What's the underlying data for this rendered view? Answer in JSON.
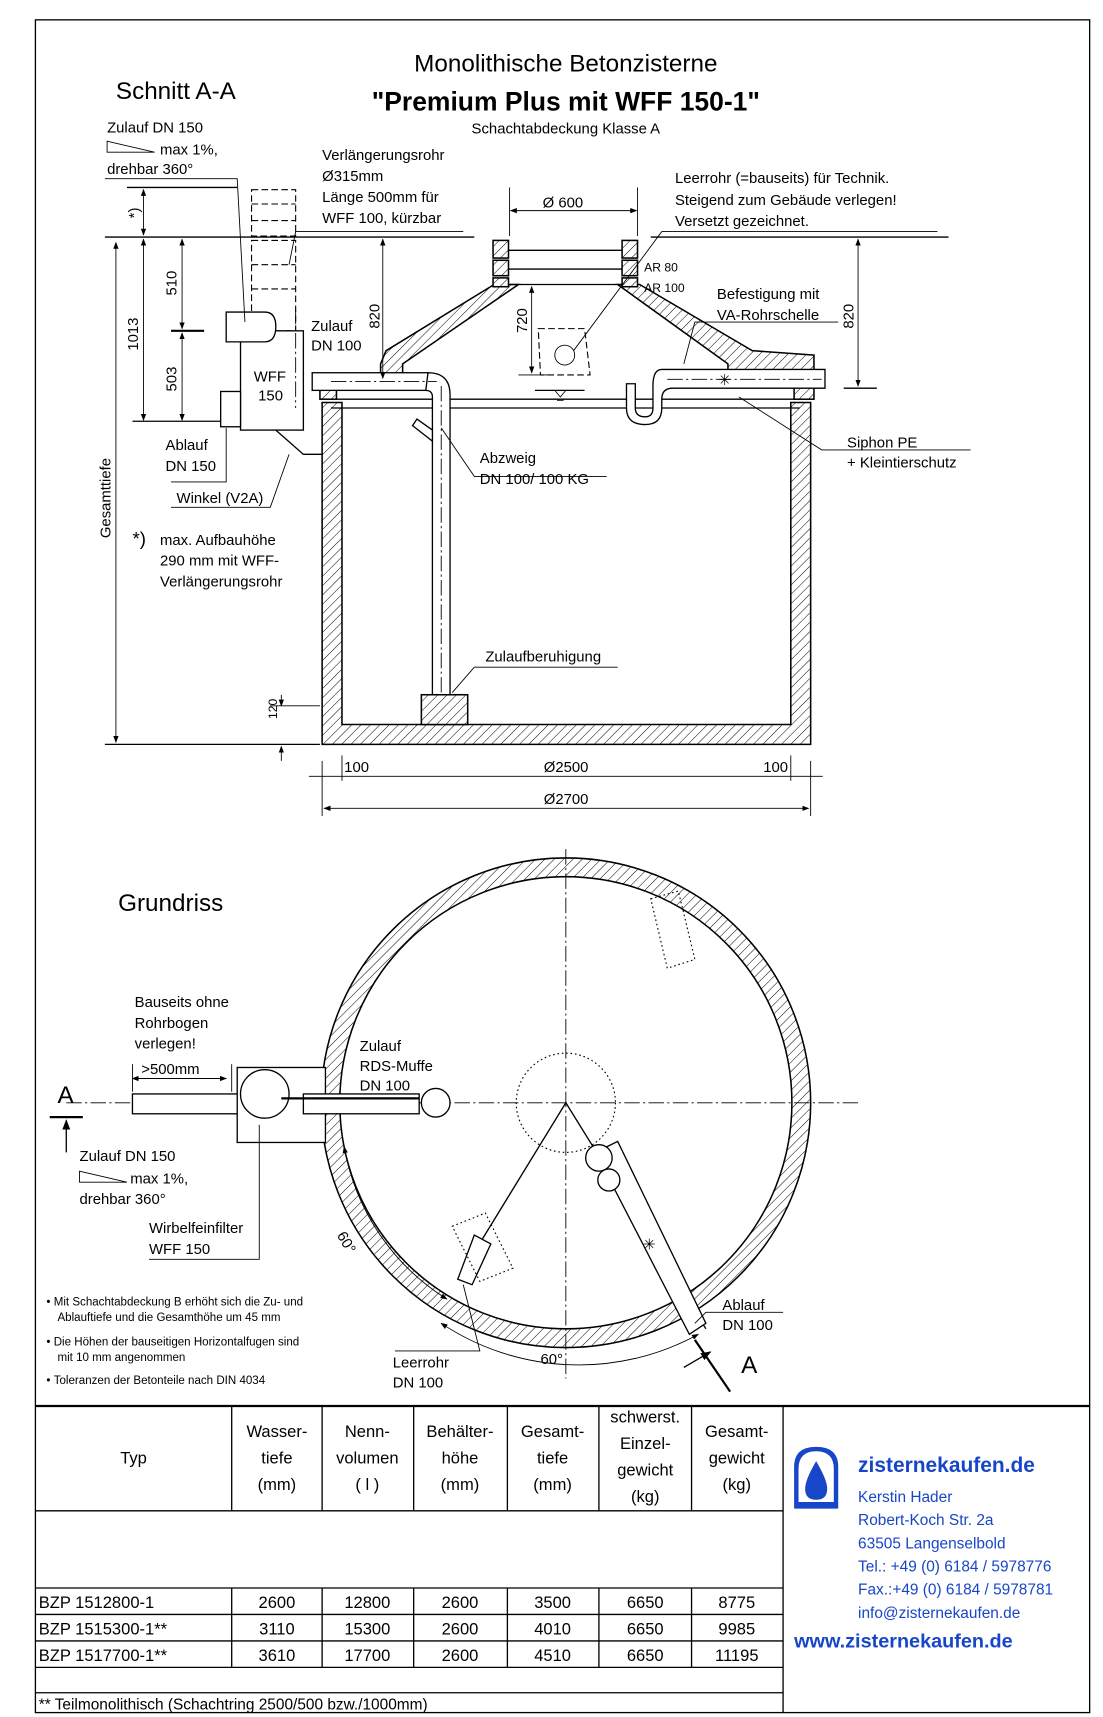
{
  "title": {
    "line1": "Monolithische Betonzisterne",
    "line2": "\"Premium Plus mit WFF 150-1\"",
    "line3": "Schachtabdeckung Klasse A"
  },
  "section": {
    "heading": "Schnitt A-A",
    "zulauf150": [
      "Zulauf DN 150",
      "max 1%,",
      "drehbar 360°"
    ],
    "verlaengerung": [
      "Verlängerungsrohr",
      "Ø315mm",
      "Länge 500mm für",
      "WFF 100, kürzbar"
    ],
    "leerrohr": [
      "Leerrohr (=bauseits) für Technik.",
      "Steigend zum Gebäude verlegen!",
      "Versetzt gezeichnet."
    ],
    "ar80": "AR 80",
    "ar100": "AR 100",
    "befestigung": [
      "Befestigung mit",
      "VA-Rohrschelle"
    ],
    "zulauf100": [
      "Zulauf",
      "DN 100"
    ],
    "wff": [
      "WFF",
      "150"
    ],
    "ablauf150": [
      "Ablauf",
      "DN 150"
    ],
    "winkel": "Winkel (V2A)",
    "siphon": [
      "Siphon PE",
      "+ Kleintierschutz"
    ],
    "abzweig": [
      "Abzweig",
      "DN 100/ 100 KG"
    ],
    "zulaufberuhigung": "Zulaufberuhigung",
    "footnote_mark": "*)",
    "footnote": [
      "max. Aufbauhöhe",
      "290 mm mit WFF-",
      "Verlängerungsrohr"
    ],
    "dims": {
      "star": "*)",
      "d510": "510",
      "d503": "503",
      "d1013": "1013",
      "gesamttiefe": "Gesamttiefe",
      "d820_left": "820",
      "d720": "720",
      "d820_right": "820",
      "d600": "Ø 600",
      "d120": "120",
      "d100_left": "100",
      "d2500": "Ø2500",
      "d100_right": "100",
      "d2700": "Ø2700"
    }
  },
  "plan": {
    "heading": "Grundriss",
    "bauseits": [
      "Bauseits ohne",
      "Rohrbogen",
      "verlegen!"
    ],
    "d500": ">500mm",
    "section_mark": "A",
    "zulauf150": [
      "Zulauf DN 150",
      "max 1%,",
      "drehbar 360°"
    ],
    "wirbel": [
      "Wirbelfeinfilter",
      "WFF  150"
    ],
    "zulaufRDS": [
      "Zulauf",
      "RDS-Muffe",
      "DN 100"
    ],
    "angle1": "60°",
    "angle2": "60°",
    "leerrohr": [
      "Leerrohr",
      "DN 100"
    ],
    "ablauf": [
      "Ablauf",
      "DN 100"
    ]
  },
  "notes": [
    [
      "Mit Schachtabdeckung B erhöht sich  die Zu- und",
      "Ablauftiefe und die Gesamthöhe  um 45 mm"
    ],
    [
      "Die Höhen der bauseitigen Horizontalfugen  sind",
      "mit 10 mm angenommen"
    ],
    [
      "Toleranzen der Betonteile nach DIN 4034"
    ]
  ],
  "table": {
    "headers": [
      [
        "Typ"
      ],
      [
        "Wasser-",
        "tiefe",
        "(mm)"
      ],
      [
        "Nenn-",
        "volumen",
        "( l )"
      ],
      [
        "Behälter-",
        "höhe",
        "(mm)"
      ],
      [
        "Gesamt-",
        "tiefe",
        "(mm)"
      ],
      [
        "schwerst.",
        "Einzel-",
        "gewicht",
        "(kg)"
      ],
      [
        "Gesamt-",
        "gewicht",
        "(kg)"
      ]
    ],
    "rows": [
      [
        "BZP 1512800-1",
        "2600",
        "12800",
        "2600",
        "3500",
        "6650",
        "8775"
      ],
      [
        "BZP 1515300-1**",
        "3110",
        "15300",
        "2600",
        "4010",
        "6650",
        "9985"
      ],
      [
        "BZP 1517700-1**",
        "3610",
        "17700",
        "2600",
        "4510",
        "6650",
        "11195"
      ]
    ],
    "footnote": "** Teilmonolithisch (Schachtring 2500/500 bzw./1000mm)"
  },
  "vendor": {
    "name": "zisternekaufen.de",
    "contact": [
      "Kerstin Hader",
      "Robert-Koch Str. 2a",
      "63505 Langenselbold",
      "Tel.: +49 (0) 6184 / 5978776",
      "Fax.:+49 (0) 6184 / 5978781",
      "info@zisternekaufen.de"
    ],
    "web": "www.zisternekaufen.de",
    "color": "#1846c8"
  }
}
